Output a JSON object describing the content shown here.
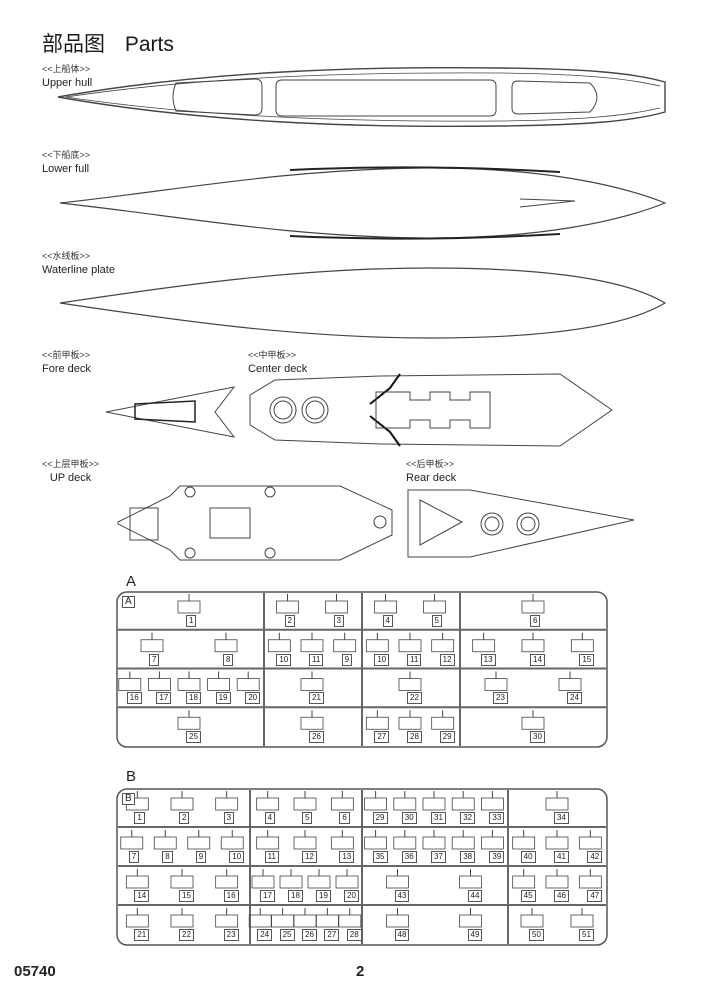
{
  "header": {
    "title_cn": "部品图",
    "title_en": "Parts"
  },
  "parts": [
    {
      "id": "upper-hull",
      "label_cn": "<<上船体>>",
      "label_en": "Upper hull"
    },
    {
      "id": "lower-hull",
      "label_cn": "<<下船底>>",
      "label_en": "Lower full"
    },
    {
      "id": "waterline-plate",
      "label_cn": "<<水线板>>",
      "label_en": "Waterline plate"
    },
    {
      "id": "fore-deck",
      "label_cn": "<<前甲板>>",
      "label_en": "Fore deck"
    },
    {
      "id": "center-deck",
      "label_cn": "<<中甲板>>",
      "label_en": "Center deck"
    },
    {
      "id": "up-deck",
      "label_cn": "<<上层甲板>>",
      "label_en": "UP deck"
    },
    {
      "id": "rear-deck",
      "label_cn": "<<后甲板>>",
      "label_en": "Rear deck"
    }
  ],
  "sprues": [
    {
      "letter": "A",
      "tag": "A",
      "cells": [
        [
          [
            "1"
          ],
          [
            "2",
            "3"
          ],
          [
            "4",
            "5"
          ],
          [
            "6"
          ]
        ],
        [
          [
            "7",
            "8"
          ],
          [
            "10",
            "11",
            "9"
          ],
          [
            "10",
            "11",
            "12"
          ],
          [
            "13",
            "14",
            "15"
          ]
        ],
        [
          [
            "16",
            "17",
            "18",
            "19",
            "20"
          ],
          [
            "21"
          ],
          [
            "22"
          ],
          [
            "23",
            "24"
          ]
        ],
        [
          [
            "25"
          ],
          [
            "26"
          ],
          [
            "27",
            "28",
            "29"
          ],
          [
            "30"
          ]
        ]
      ]
    },
    {
      "letter": "B",
      "tag": "B",
      "cells": [
        [
          [
            "1",
            "2",
            "3"
          ],
          [
            "4",
            "5",
            "6"
          ],
          [
            "29",
            "30",
            "31",
            "32",
            "33"
          ],
          [
            "34"
          ]
        ],
        [
          [
            "7",
            "8",
            "9",
            "10"
          ],
          [
            "11",
            "12",
            "13"
          ],
          [
            "35",
            "36",
            "37",
            "38",
            "39"
          ],
          [
            "40",
            "41",
            "42"
          ]
        ],
        [
          [
            "14",
            "15",
            "16"
          ],
          [
            "17",
            "18",
            "19",
            "20"
          ],
          [
            "43",
            "44"
          ],
          [
            "45",
            "46",
            "47"
          ]
        ],
        [
          [
            "21",
            "22",
            "23"
          ],
          [
            "24",
            "25",
            "26",
            "27",
            "28"
          ],
          [
            "48",
            "49"
          ],
          [
            "50",
            "51"
          ]
        ]
      ]
    }
  ],
  "footer": {
    "product_code": "05740",
    "page_number": "2"
  }
}
